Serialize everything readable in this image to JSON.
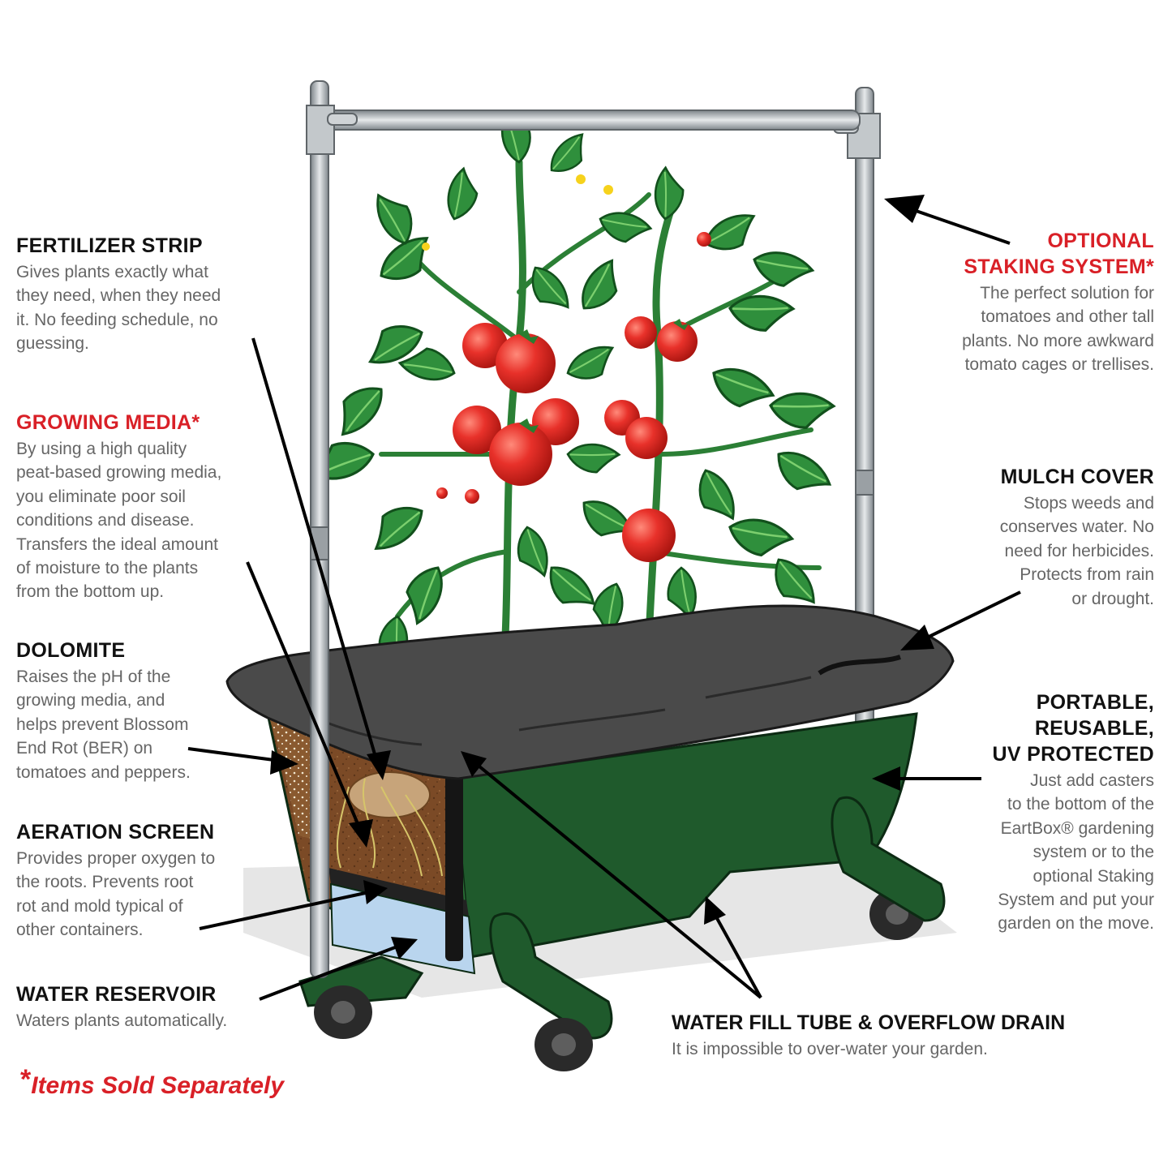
{
  "callouts": {
    "fertilizer_strip": {
      "title": "FERTILIZER STRIP",
      "body": "Gives plants exactly what\nthey need, when they need\nit. No feeding schedule, no\nguessing."
    },
    "growing_media": {
      "title": "GROWING MEDIA*",
      "body": "By using a high quality\npeat-based growing media,\nyou eliminate poor soil\nconditions and disease.\nTransfers the ideal amount\nof moisture to the plants\nfrom the bottom up."
    },
    "dolomite": {
      "title": "DOLOMITE",
      "body": "Raises the pH of the\ngrowing media, and\nhelps prevent Blossom\nEnd Rot (BER) on\ntomatoes and peppers."
    },
    "aeration_screen": {
      "title": "AERATION SCREEN",
      "body": "Provides proper oxygen to\nthe roots. Prevents root\nrot and mold typical of\nother containers."
    },
    "water_reservoir": {
      "title": "WATER RESERVOIR",
      "body": "Waters plants automatically."
    },
    "optional_staking": {
      "title": "OPTIONAL\nSTAKING SYSTEM*",
      "body": "The perfect solution for\ntomatoes and other tall\nplants. No more awkward\ntomato cages or trellises."
    },
    "mulch_cover": {
      "title": "MULCH COVER",
      "body": "Stops weeds and\nconserves water. No\nneed for herbicides.\nProtects from rain\nor drought."
    },
    "portable": {
      "title": "PORTABLE,\nREUSABLE,\nUV PROTECTED",
      "body": "Just add casters\nto the bottom of the\nEartBox® gardening\nsystem or to the\noptional Staking\nSystem and put your\ngarden on the move."
    },
    "water_fill_tube": {
      "title": "WATER FILL TUBE & OVERFLOW DRAIN",
      "body": "It is impossible to over-water your garden."
    }
  },
  "footnote": {
    "star": "*",
    "text": "Items Sold Separately"
  },
  "colors": {
    "accent_red": "#d92027",
    "title_black": "#111111",
    "body_gray": "#666666",
    "box_green": "#1f5a2c",
    "mulch_gray": "#4a4a4a",
    "leaf_green": "#2e8b3a",
    "tomato_red": "#e02a25"
  }
}
